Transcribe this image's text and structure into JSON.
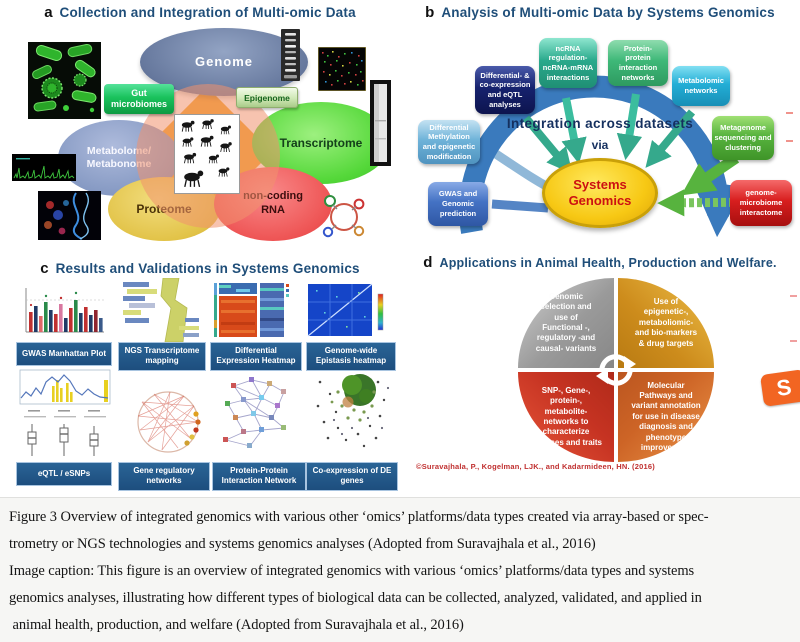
{
  "colors": {
    "panel_title": "#1f4e79",
    "label_box": "#1d4e7e",
    "systems_genomics_text": "#cc1111",
    "attribution": "#c03030",
    "watermark_orange": "#f26522"
  },
  "panel_a": {
    "label": "a",
    "title": "Collection and Integration of Multi-omic Data",
    "nodes": {
      "genome": "Genome",
      "gut_microbiomes": "Gut\nmicrobiomes",
      "epigenome": "Epigenome",
      "transcriptome": "Transcriptome",
      "metabolome": "Metabolome/\nMetabonome",
      "proteome": "Proteome",
      "non_coding_rna": "non-coding\nRNA"
    }
  },
  "panel_b": {
    "label": "b",
    "title": "Analysis of Multi-omic Data by Systems Genomics",
    "boxes": {
      "diff_coexpression": "Differential- &\nco-expression\nand eQTL\nanalyses",
      "ncrna": "ncRNA\nregulation-\nncRNA-mRNA\ninteractions",
      "ppi": "Protein-\nprotein\ninteraction\nnetworks",
      "metabolomic": "Metabolomic\nnetworks",
      "diff_methylation": "Differential\nMethylation\nand epigenetic\nmodification",
      "metagenome": "Metagenome\nsequencing and\nclustering",
      "gwas": "GWAS and\nGenomic\nprediction",
      "genome_microbiome": "genome-\nmicrobiome\ninteractome"
    },
    "center_line1": "Integration across datasets",
    "center_line2": "via",
    "hub": "Systems\nGenomics"
  },
  "panel_c": {
    "label": "c",
    "title": "Results and Validations in Systems Genomics",
    "items": [
      {
        "label": "GWAS Manhattan Plot"
      },
      {
        "label": "NGS Transcriptome\nmapping"
      },
      {
        "label": "Differential\nExpression Heatmap"
      },
      {
        "label": "Genome-wide\nEpistasis heatmap"
      },
      {
        "label": "eQTL / eSNPs"
      },
      {
        "label": "Gene regulatory\nnetworks"
      },
      {
        "label": "Protein-Protein\nInteraction Network"
      },
      {
        "label": "Co-expression of DE\ngenes"
      }
    ]
  },
  "panel_d": {
    "label": "d",
    "title": "Applications in Animal Health, Production and Welfare.",
    "quadrants": {
      "top_left": "Genomic\nselection and\nuse of\nFunctional -,\nregulatory -and\ncausal- variants",
      "top_right": "Use of\nepigenetic-,\nmetaboliomic-\nand bio-markers\n& drug targets",
      "bottom_left": "SNP-, Gene-,\nprotein-,\nmetabolite-\nnetworks to\ncharacterize\ndiseases and traits",
      "bottom_right": "Molecular\nPathways and\nvariant annotation\nfor use in disease\ndiagnosis and\nphenotype\nimprovement"
    },
    "attribution": "©Suravajhala, P., Kogelman, LJK., and Kadarmideen, HN. (2016)",
    "watermark": "S"
  },
  "caption": {
    "lines": [
      "Figure 3 Overview of integrated genomics with various other ‘omics’ platforms/data types created via array-based or spec-",
      "trometry or NGS technologies and systems genomics analyses (Adopted from Suravajhala et al., 2016)",
      "Image caption: This figure is an overview of integrated genomics with various ‘omics’ platforms/data types and systems",
      "genomics analyses, illustrating how different types of biological data can be collected, analyzed, validated, and applied in",
      " animal health, production, and welfare (Adopted from Suravajhala et al., 2016)"
    ]
  }
}
